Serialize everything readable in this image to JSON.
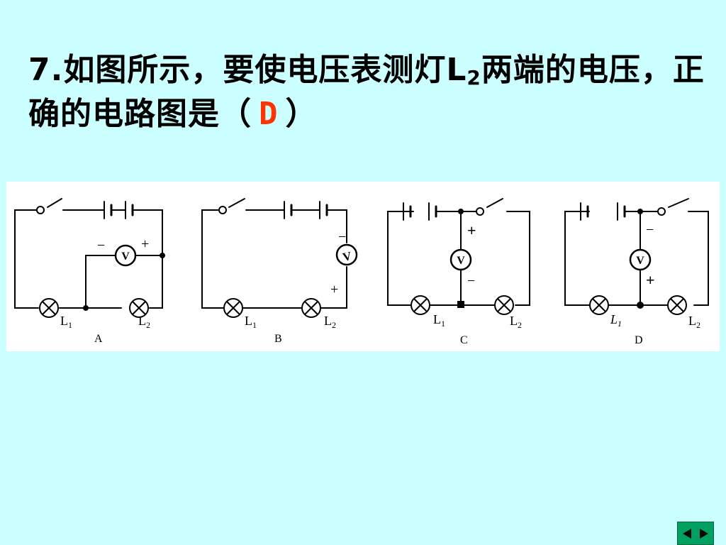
{
  "question": {
    "number": "7.",
    "text_part1": "如图所示，要使电压表测灯L",
    "subscript": "2",
    "text_part2": "两端的电压，正确的电路图是（",
    "answer": "D",
    "close_paren": "）"
  },
  "colors": {
    "background": "#ccffff",
    "answer": "#ff3300",
    "nav": "#00a060"
  },
  "circuits": [
    {
      "label": "A",
      "lamp1": "L",
      "lamp1_sub": "1",
      "lamp2": "L",
      "lamp2_sub": "2",
      "meter": "V",
      "plus": "+",
      "minus": "−"
    },
    {
      "label": "B",
      "lamp1": "L",
      "lamp1_sub": "1",
      "lamp2": "L",
      "lamp2_sub": "2",
      "meter": "V",
      "plus": "+",
      "minus": "−"
    },
    {
      "label": "C",
      "lamp1": "L",
      "lamp1_sub": "1",
      "lamp2": "L",
      "lamp2_sub": "2",
      "meter": "V",
      "plus": "+",
      "minus": "−"
    },
    {
      "label": "D",
      "lamp1": "L",
      "lamp1_sub": "1",
      "lamp2": "L",
      "lamp2_sub": "2",
      "meter": "V",
      "plus": "+",
      "minus": "−"
    }
  ],
  "nav": {
    "prev_icon": "triangle-left-icon",
    "next_icon": "triangle-right-icon"
  }
}
